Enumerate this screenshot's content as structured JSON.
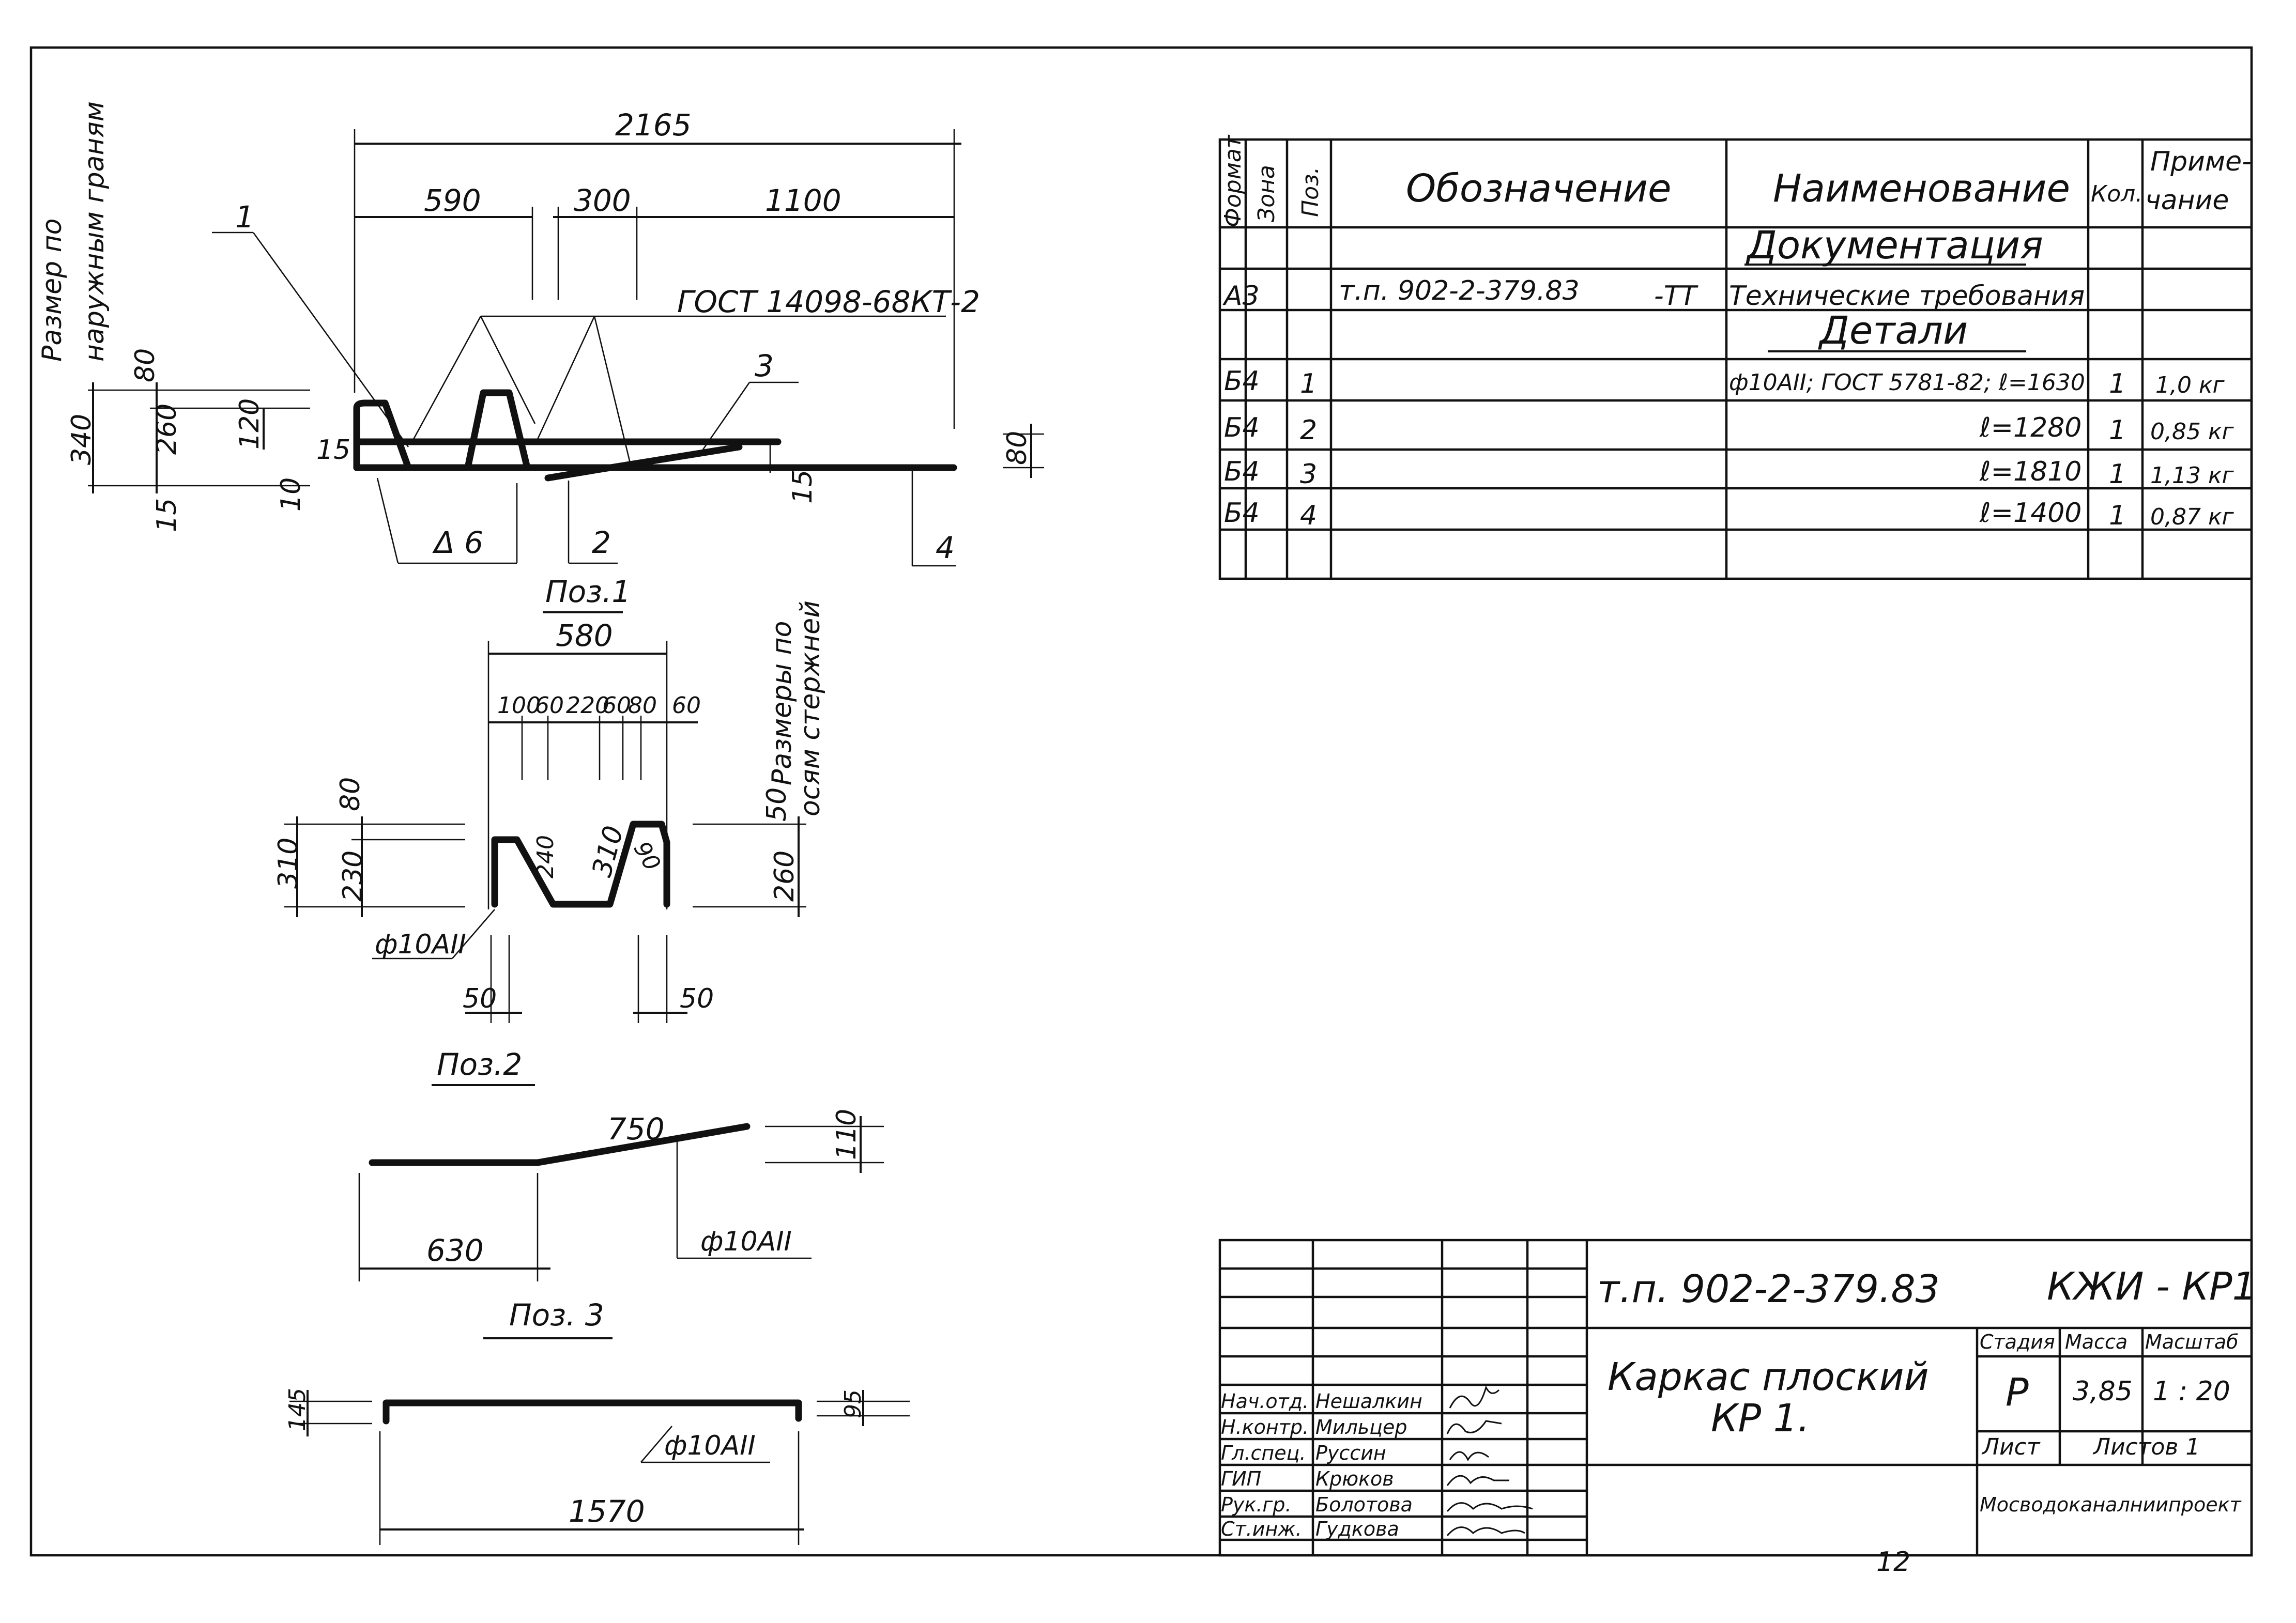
{
  "spec_table": {
    "headers": {
      "format": "Формат",
      "zone": "Зона",
      "pos": "Поз.",
      "designation": "Обозначение",
      "name": "Наименование",
      "qty": "Кол.",
      "note_line1": "Приме-",
      "note_line2": "чание"
    },
    "section_docs": "Документация",
    "section_details": "Детали",
    "doc_row": {
      "format": "А3",
      "designation": "т.п. 902-2-379.83",
      "designation_suffix": "-ТТ",
      "name": "Технические требования"
    },
    "rows": [
      {
        "format": "Б4",
        "pos": "1",
        "name": "ф10АII; ГОСТ 5781-82; ℓ=1630",
        "qty": "1",
        "note": "1,0 кг"
      },
      {
        "format": "Б4",
        "pos": "2",
        "name": "ℓ=1280",
        "qty": "1",
        "note": "0,85 кг"
      },
      {
        "format": "Б4",
        "pos": "3",
        "name": "ℓ=1810",
        "qty": "1",
        "note": "1,13 кг"
      },
      {
        "format": "Б4",
        "pos": "4",
        "name": "ℓ=1400",
        "qty": "1",
        "note": "0,87 кг"
      }
    ]
  },
  "title_block": {
    "project": "т.п. 902-2-379.83",
    "code": "КЖИ - КР1",
    "title_line1": "Каркас плоский",
    "title_line2": "КР 1.",
    "stage_label": "Стадия",
    "mass_label": "Масса",
    "scale_label": "Масштаб",
    "stage": "Р",
    "mass": "3,85",
    "scale": "1 : 20",
    "sheet_label": "Лист",
    "sheets_label": "Листов 1",
    "org": "Мосводоканалниипроект",
    "people": [
      {
        "role": "Нач.отд.",
        "name": "Нешалкин"
      },
      {
        "role": "Н.контр.",
        "name": "Мильцер"
      },
      {
        "role": "Гл.спец.",
        "name": "Руссин"
      },
      {
        "role": "ГИП",
        "name": "Крюков"
      },
      {
        "role": "Рук.гр.",
        "name": "Болотова"
      },
      {
        "role": "Ст.инж.",
        "name": "Гудкова"
      }
    ],
    "page_number": "12"
  },
  "drawing": {
    "main": {
      "overall": "2165",
      "seg1": "590",
      "seg2": "300",
      "seg3": "1100",
      "gost": "ГОСТ 14098-68КТ-2",
      "vert_note_line1": "Размер по",
      "vert_note_line2": "наружным граням",
      "h340": "340",
      "h80": "80",
      "h260": "260",
      "h120": "120",
      "h15a": "15",
      "h15b": "15",
      "h10": "10",
      "h15c": "15",
      "h80r": "80",
      "delta": "Δ 6",
      "callouts": [
        "1",
        "2",
        "3",
        "4"
      ]
    },
    "pos1": {
      "label": "Поз.1",
      "w580": "580",
      "sub": [
        "100",
        "60",
        "220",
        "60",
        "80",
        "60"
      ],
      "h310": "310",
      "h80": "80",
      "h230": "230",
      "d240": "240",
      "d310": "310",
      "d90": "90",
      "v50": "50",
      "v260": "260",
      "note_line1": "Размеры по",
      "note_line2": "осям стержней",
      "bar": "ф10АII",
      "b50a": "50",
      "b50b": "50"
    },
    "pos2": {
      "label": "Поз.2",
      "d750": "750",
      "d630": "630",
      "h110": "110",
      "bar": "ф10АII"
    },
    "pos3": {
      "label": "Поз. 3",
      "d1570": "1570",
      "h145": "145",
      "h95": "95",
      "bar": "ф10АII"
    }
  }
}
